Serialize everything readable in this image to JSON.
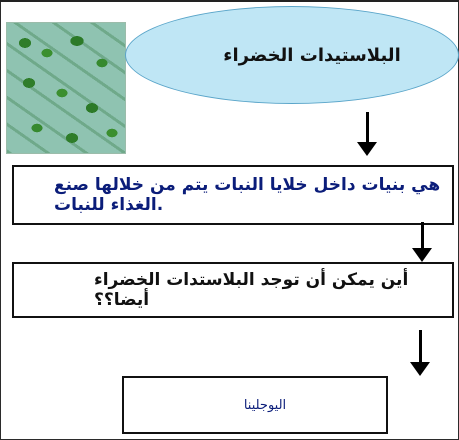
{
  "diagram": {
    "title": "البلاستيدات الخضراء",
    "definition": "هي بنيات داخل خلايا النبات يتم من خلالها صنع الغذاء للنبات.",
    "question": "أين يمكن أن توجد البلاستدات الخضراء أيضا؟؟",
    "answer": "اليوجلينا",
    "image_alt": "chloroplast-micrograph",
    "colors": {
      "oval_fill": "#bfe6f5",
      "oval_border": "#5aa5c9",
      "box_text": "#0b1d7a",
      "line": "#111111"
    }
  }
}
